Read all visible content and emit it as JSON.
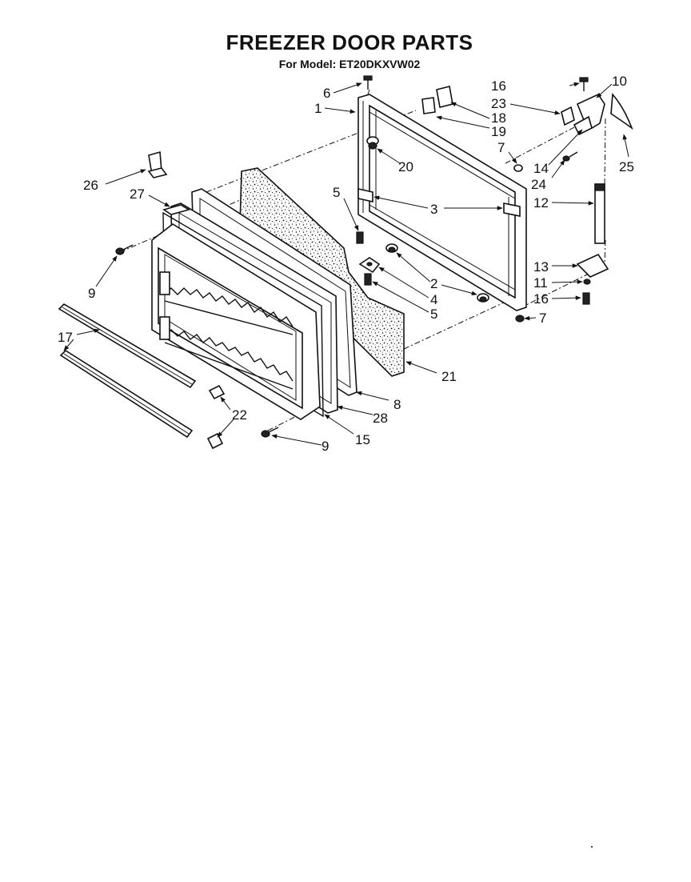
{
  "header": {
    "title": "FREEZER DOOR PARTS",
    "subtitle": "For Model: ET20DKXVW02"
  },
  "callouts": [
    {
      "id": "c1",
      "text": "1"
    },
    {
      "id": "c2",
      "text": "2"
    },
    {
      "id": "c3",
      "text": "3"
    },
    {
      "id": "c4",
      "text": "4"
    },
    {
      "id": "c5a",
      "text": "5"
    },
    {
      "id": "c5b",
      "text": "5"
    },
    {
      "id": "c6",
      "text": "6"
    },
    {
      "id": "c7a",
      "text": "7"
    },
    {
      "id": "c7b",
      "text": "7"
    },
    {
      "id": "c8",
      "text": "8"
    },
    {
      "id": "c9a",
      "text": "9"
    },
    {
      "id": "c9b",
      "text": "9"
    },
    {
      "id": "c10",
      "text": "10"
    },
    {
      "id": "c11",
      "text": "11"
    },
    {
      "id": "c12",
      "text": "12"
    },
    {
      "id": "c13",
      "text": "13"
    },
    {
      "id": "c14",
      "text": "14"
    },
    {
      "id": "c15",
      "text": "15"
    },
    {
      "id": "c16a",
      "text": "16"
    },
    {
      "id": "c16b",
      "text": "16"
    },
    {
      "id": "c17",
      "text": "17"
    },
    {
      "id": "c18",
      "text": "18"
    },
    {
      "id": "c19",
      "text": "19"
    },
    {
      "id": "c20",
      "text": "20"
    },
    {
      "id": "c21",
      "text": "21"
    },
    {
      "id": "c22",
      "text": "22"
    },
    {
      "id": "c23",
      "text": "23"
    },
    {
      "id": "c24",
      "text": "24"
    },
    {
      "id": "c25",
      "text": "25"
    },
    {
      "id": "c26",
      "text": "26"
    },
    {
      "id": "c27",
      "text": "27"
    },
    {
      "id": "c28",
      "text": "28"
    }
  ]
}
